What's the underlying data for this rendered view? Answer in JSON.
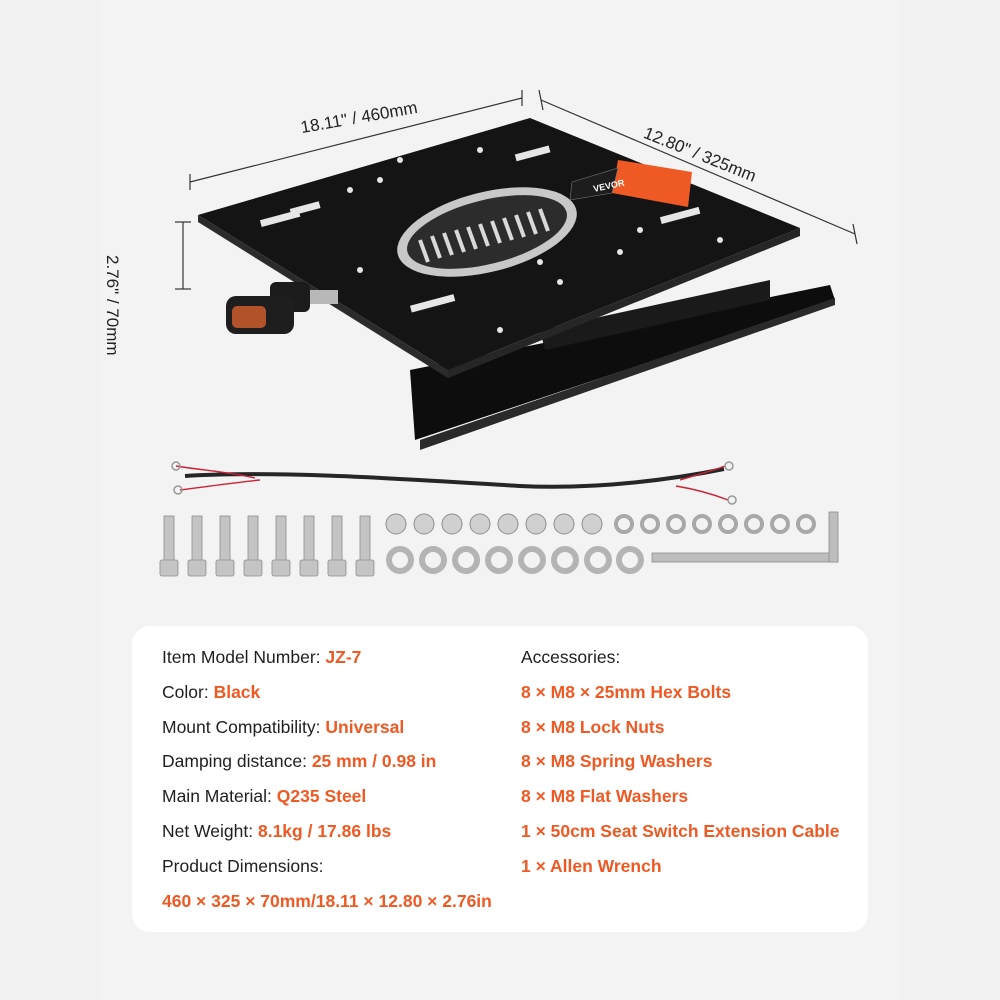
{
  "dimensions": {
    "width_label": "18.11\" / 460mm",
    "depth_label": "12.80\" / 325mm",
    "height_label": "2.76\" / 70mm"
  },
  "product_logo": "VEVOR",
  "specs": {
    "model_label": "Item Model Number:",
    "model_value": "JZ-7",
    "color_label": "Color:",
    "color_value": "Black",
    "mount_label": "Mount Compatibility:",
    "mount_value": "Universal",
    "damping_label": "Damping distance:",
    "damping_value": "25 mm / 0.98 in",
    "material_label": "Main Material:",
    "material_value": "Q235 Steel",
    "weight_label": "Net Weight:",
    "weight_value": "8.1kg / 17.86 lbs",
    "dimensions_label": "Product Dimensions:",
    "dimensions_value": "460 × 325 × 70mm/18.11 × 12.80 × 2.76in"
  },
  "accessories": {
    "title": "Accessories:",
    "items": [
      "8 × M8 × 25mm Hex Bolts",
      "8 × M8 Lock Nuts",
      "8 × M8 Spring Washers",
      "8 × M8 Flat Washers",
      "1 × 50cm Seat Switch Extension Cable",
      "1 × Allen Wrench"
    ]
  },
  "colors": {
    "accent": "#ef5a24",
    "background": "#f3f3f3",
    "card": "#ffffff",
    "plate": "#141414"
  }
}
